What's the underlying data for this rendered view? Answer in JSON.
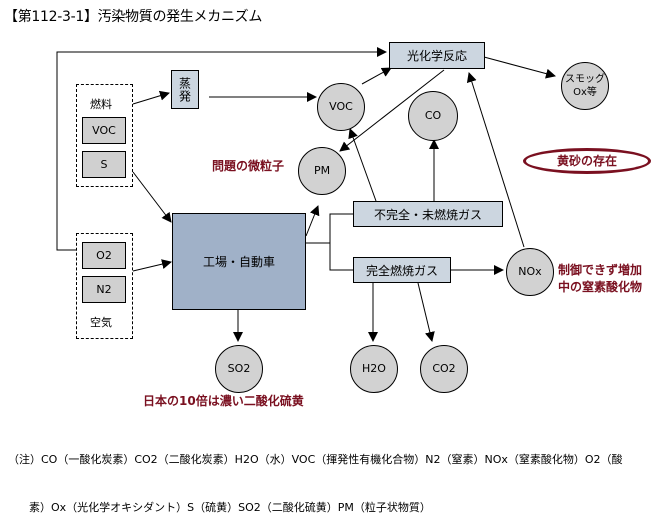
{
  "title": "【第112-3-1】汚染物質の発生メカニズム",
  "nodes": {
    "fuel_group": "燃料",
    "fuel_voc": "VOC",
    "fuel_s": "S",
    "air_group": "空気",
    "air_o2": "O2",
    "air_n2": "N2",
    "evaporation": "蒸発",
    "photochemical": "光化学反応",
    "factory": "工場・自動車",
    "incomplete_gas": "不完全・未燃焼ガス",
    "complete_gas": "完全燃焼ガス",
    "voc": "VOC",
    "co": "CO",
    "pm": "PM",
    "smog_line1": "スモッグ",
    "smog_line2": "Ox等",
    "nox": "NOx",
    "so2": "SO2",
    "h2o": "H2O",
    "co2": "CO2"
  },
  "annotations": {
    "pm_note": "問題の微粒子",
    "kosa": "黄砂の存在",
    "nox_note_line1": "制御できず増加",
    "nox_note_line2": "中の窒素酸化物",
    "so2_note": "日本の10倍は濃い二酸化硫黄"
  },
  "footnote": {
    "line1": "（注）CO（一酸化炭素）CO2（二酸化炭素）H2O（水）VOC（揮発性有機化合物）N2（窒素）NOx（窒素酸化物）O2（酸",
    "line2": "      素）Ox（光化学オキシダント）S（硫黄）SO2（二酸化硫黄）PM（粒子状物質）"
  },
  "colors": {
    "box_fill": "#ccd6e0",
    "factory_fill": "#a0b1c8",
    "circle_fill": "#d2d2d2",
    "accent_red": "#7a1020"
  }
}
